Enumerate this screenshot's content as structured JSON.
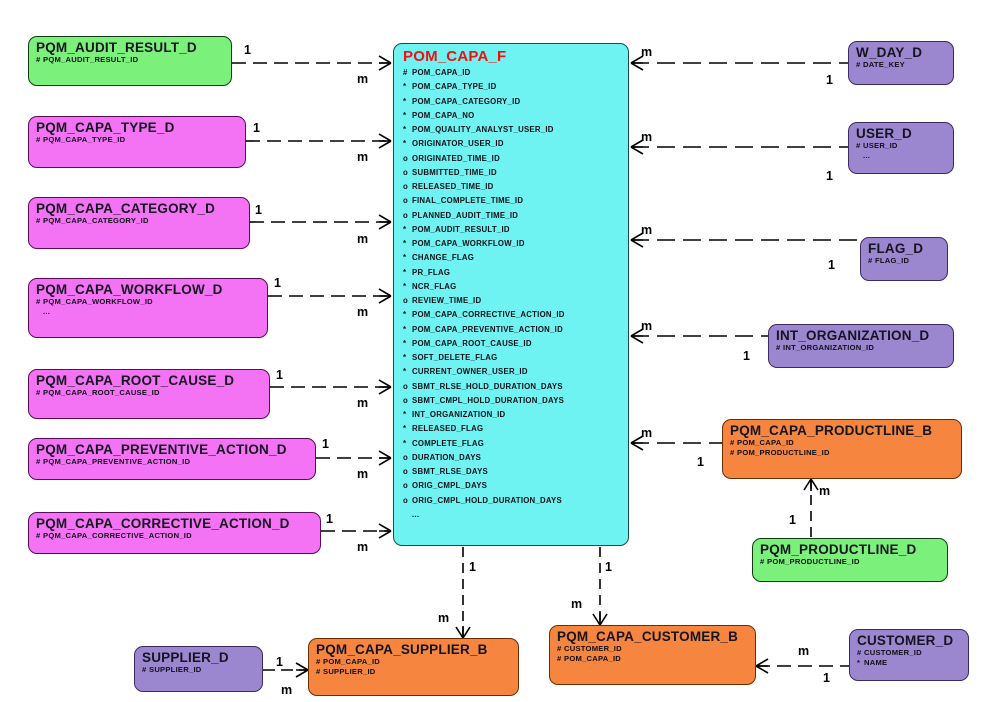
{
  "diagram": {
    "title": "POM_CAPA_F star schema entity relationship diagram",
    "colors": {
      "fact": "#6ff2f2",
      "fact_title": "#f01010",
      "dimension_magenta": "#f472f4",
      "dimension_purple": "#9b86d0",
      "dimension_green": "#7bf07b",
      "bridge_orange": "#f5853f",
      "line": "#000000",
      "background": "#ffffff"
    },
    "markers": {
      "primary_key": "#",
      "mandatory": "*",
      "optional": "o",
      "ellipsis": "..."
    }
  },
  "entities": [
    {
      "id": "pqm_audit_result_d",
      "name": "PQM_AUDIT_RESULT_D",
      "color": "green",
      "attrs": [
        {
          "mark": "#",
          "name": "PQM_AUDIT_RESULT_ID"
        }
      ]
    },
    {
      "id": "pqm_capa_type_d",
      "name": "PQM_CAPA_TYPE_D",
      "color": "magenta",
      "attrs": [
        {
          "mark": "#",
          "name": "PQM_CAPA_TYPE_ID"
        }
      ]
    },
    {
      "id": "pqm_capa_category_d",
      "name": "PQM_CAPA_CATEGORY_D",
      "color": "magenta",
      "attrs": [
        {
          "mark": "#",
          "name": "PQM_CAPA_CATEGORY_ID"
        }
      ]
    },
    {
      "id": "pqm_capa_workflow_d",
      "name": "PQM_CAPA_WORKFLOW_D",
      "color": "magenta",
      "attrs": [
        {
          "mark": "#",
          "name": "PQM_CAPA_WORKFLOW_ID"
        },
        {
          "mark": "",
          "name": "..."
        }
      ]
    },
    {
      "id": "pqm_capa_root_cause_d",
      "name": "PQM_CAPA_ROOT_CAUSE_D",
      "color": "magenta",
      "attrs": [
        {
          "mark": "#",
          "name": "PQM_CAPA_ROOT_CAUSE_ID"
        }
      ]
    },
    {
      "id": "pqm_capa_preventive_action_d",
      "name": "PQM_CAPA_PREVENTIVE_ACTION_D",
      "color": "magenta",
      "attrs": [
        {
          "mark": "#",
          "name": "PQM_CAPA_PREVENTIVE_ACTION_ID"
        }
      ]
    },
    {
      "id": "pqm_capa_corrective_action_d",
      "name": "PQM_CAPA_CORRECTIVE_ACTION_D",
      "color": "magenta",
      "attrs": [
        {
          "mark": "#",
          "name": "PQM_CAPA_CORRECTIVE_ACTION_ID"
        }
      ]
    },
    {
      "id": "pom_capa_f",
      "name": "POM_CAPA_F",
      "color": "cyan",
      "attrs": [
        {
          "mark": "#",
          "name": "POM_CAPA_ID"
        },
        {
          "mark": "*",
          "name": "POM_CAPA_TYPE_ID"
        },
        {
          "mark": "*",
          "name": "POM_CAPA_CATEGORY_ID"
        },
        {
          "mark": "*",
          "name": "POM_CAPA_NO"
        },
        {
          "mark": "*",
          "name": "POM_QUALITY_ANALYST_USER_ID"
        },
        {
          "mark": "*",
          "name": "ORIGINATOR_USER_ID"
        },
        {
          "mark": "o",
          "name": "ORIGINATED_TIME_ID"
        },
        {
          "mark": "o",
          "name": "SUBMITTED_TIME_ID"
        },
        {
          "mark": "o",
          "name": "RELEASED_TIME_ID"
        },
        {
          "mark": "o",
          "name": "FINAL_COMPLETE_TIME_ID"
        },
        {
          "mark": "o",
          "name": "PLANNED_AUDIT_TIME_ID"
        },
        {
          "mark": "*",
          "name": "POM_AUDIT_RESULT_ID"
        },
        {
          "mark": "*",
          "name": "POM_CAPA_WORKFLOW_ID"
        },
        {
          "mark": "*",
          "name": "CHANGE_FLAG"
        },
        {
          "mark": "*",
          "name": "PR_FLAG"
        },
        {
          "mark": "*",
          "name": "NCR_FLAG"
        },
        {
          "mark": "o",
          "name": "REVIEW_TIME_ID"
        },
        {
          "mark": "*",
          "name": "POM_CAPA_CORRECTIVE_ACTION_ID"
        },
        {
          "mark": "*",
          "name": "POM_CAPA_PREVENTIVE_ACTION_ID"
        },
        {
          "mark": "*",
          "name": "POM_CAPA_ROOT_CAUSE_ID"
        },
        {
          "mark": "*",
          "name": "SOFT_DELETE_FLAG"
        },
        {
          "mark": "*",
          "name": "CURRENT_OWNER_USER_ID"
        },
        {
          "mark": "o",
          "name": "SBMT_RLSE_HOLD_DURATION_DAYS"
        },
        {
          "mark": "o",
          "name": "SBMT_CMPL_HOLD_DURATION_DAYS"
        },
        {
          "mark": "*",
          "name": "INT_ORGANIZATION_ID"
        },
        {
          "mark": "*",
          "name": "RELEASED_FLAG"
        },
        {
          "mark": "*",
          "name": "COMPLETE_FLAG"
        },
        {
          "mark": "o",
          "name": "DURATION_DAYS"
        },
        {
          "mark": "o",
          "name": "SBMT_RLSE_DAYS"
        },
        {
          "mark": "o",
          "name": "ORIG_CMPL_DAYS"
        },
        {
          "mark": "o",
          "name": "ORIG_CMPL_HOLD_DURATION_DAYS"
        },
        {
          "mark": "",
          "name": "..."
        }
      ]
    },
    {
      "id": "w_day_d",
      "name": "W_DAY_D",
      "color": "purple",
      "attrs": [
        {
          "mark": "#",
          "name": "DATE_KEY"
        }
      ]
    },
    {
      "id": "user_d",
      "name": "USER_D",
      "color": "purple",
      "attrs": [
        {
          "mark": "#",
          "name": "USER_ID"
        },
        {
          "mark": "",
          "name": "..."
        }
      ]
    },
    {
      "id": "flag_d",
      "name": "FLAG_D",
      "color": "purple",
      "attrs": [
        {
          "mark": "#",
          "name": "FLAG_ID"
        }
      ]
    },
    {
      "id": "int_organization_d",
      "name": "INT_ORGANIZATION_D",
      "color": "purple",
      "attrs": [
        {
          "mark": "#",
          "name": "INT_ORGANIZATION_ID"
        }
      ]
    },
    {
      "id": "pqm_capa_productline_b",
      "name": "PQM_CAPA_PRODUCTLINE_B",
      "color": "orange",
      "attrs": [
        {
          "mark": "#",
          "name": "POM_CAPA_ID"
        },
        {
          "mark": "#",
          "name": "POM_PRODUCTLINE_ID"
        }
      ]
    },
    {
      "id": "pqm_productline_d",
      "name": "PQM_PRODUCTLINE_D",
      "color": "green",
      "attrs": [
        {
          "mark": "#",
          "name": "POM_PRODUCTLINE_ID"
        }
      ]
    },
    {
      "id": "supplier_d",
      "name": "SUPPLIER_D",
      "color": "purple",
      "attrs": [
        {
          "mark": "#",
          "name": "SUPPLIER_ID"
        }
      ]
    },
    {
      "id": "pqm_capa_supplier_b",
      "name": "PQM_CAPA_SUPPLIER_B",
      "color": "orange",
      "attrs": [
        {
          "mark": "#",
          "name": "POM_CAPA_ID"
        },
        {
          "mark": "#",
          "name": "SUPPLIER_ID"
        }
      ]
    },
    {
      "id": "pqm_capa_customer_b",
      "name": "PQM_CAPA_CUSTOMER_B",
      "color": "orange",
      "attrs": [
        {
          "mark": "#",
          "name": "CUSTOMER_ID"
        },
        {
          "mark": "#",
          "name": "POM_CAPA_ID"
        }
      ]
    },
    {
      "id": "customer_d",
      "name": "CUSTOMER_D",
      "color": "purple",
      "attrs": [
        {
          "mark": "#",
          "name": "CUSTOMER_ID"
        },
        {
          "mark": "*",
          "name": "NAME"
        }
      ]
    }
  ],
  "cardinality_labels": [
    {
      "id": "c1",
      "text": "1",
      "from": "pqm_audit_result_d"
    },
    {
      "id": "c2",
      "text": "m",
      "to": "pom_capa_f"
    },
    {
      "id": "c3",
      "text": "1",
      "from": "pqm_capa_type_d"
    },
    {
      "id": "c4",
      "text": "m",
      "to": "pom_capa_f"
    },
    {
      "id": "c5",
      "text": "1",
      "from": "pqm_capa_category_d"
    },
    {
      "id": "c6",
      "text": "m",
      "to": "pom_capa_f"
    },
    {
      "id": "c7",
      "text": "1",
      "from": "pqm_capa_workflow_d"
    },
    {
      "id": "c8",
      "text": "m",
      "to": "pom_capa_f"
    },
    {
      "id": "c9",
      "text": "1",
      "from": "pqm_capa_root_cause_d"
    },
    {
      "id": "c10",
      "text": "m",
      "to": "pom_capa_f"
    },
    {
      "id": "c11",
      "text": "1",
      "from": "pqm_capa_preventive_action_d"
    },
    {
      "id": "c12",
      "text": "m",
      "to": "pom_capa_f"
    },
    {
      "id": "c13",
      "text": "1",
      "from": "pqm_capa_corrective_action_d"
    },
    {
      "id": "c14",
      "text": "m",
      "to": "pom_capa_f"
    },
    {
      "id": "c15",
      "text": "m",
      "from": "pom_capa_f"
    },
    {
      "id": "c16",
      "text": "1",
      "to": "w_day_d"
    },
    {
      "id": "c17",
      "text": "m",
      "from": "pom_capa_f"
    },
    {
      "id": "c18",
      "text": "1",
      "to": "user_d"
    },
    {
      "id": "c19",
      "text": "m",
      "from": "pom_capa_f"
    },
    {
      "id": "c20",
      "text": "1",
      "to": "flag_d"
    },
    {
      "id": "c21",
      "text": "m",
      "from": "pom_capa_f"
    },
    {
      "id": "c22",
      "text": "1",
      "to": "int_organization_d"
    },
    {
      "id": "c23",
      "text": "m",
      "from": "pom_capa_f"
    },
    {
      "id": "c24",
      "text": "1",
      "to": "pqm_capa_productline_b"
    },
    {
      "id": "c25",
      "text": "m",
      "from": "pqm_capa_productline_b"
    },
    {
      "id": "c26",
      "text": "1",
      "to": "pqm_productline_d"
    },
    {
      "id": "c27",
      "text": "1",
      "from": "pom_capa_f"
    },
    {
      "id": "c28",
      "text": "m",
      "to": "pqm_capa_supplier_b"
    },
    {
      "id": "c29",
      "text": "1",
      "from": "pom_capa_f"
    },
    {
      "id": "c30",
      "text": "m",
      "to": "pqm_capa_customer_b"
    },
    {
      "id": "c31",
      "text": "1",
      "from": "supplier_d"
    },
    {
      "id": "c32",
      "text": "m",
      "to": "pqm_capa_supplier_b"
    },
    {
      "id": "c33",
      "text": "m",
      "from": "pqm_capa_customer_b"
    },
    {
      "id": "c34",
      "text": "1",
      "to": "customer_d"
    }
  ]
}
